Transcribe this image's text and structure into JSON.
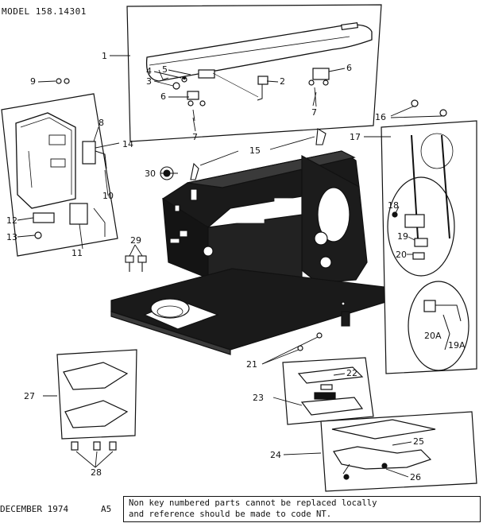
{
  "header": {
    "model": "MODEL 158.14301"
  },
  "footer": {
    "date": "DECEMBER 1974",
    "page": "A5",
    "note_line1": "Non key numbered parts cannot be replaced locally",
    "note_line2": "and reference should be made to code NT."
  },
  "callouts": [
    "1",
    "2",
    "3",
    "4",
    "5",
    "6",
    "6",
    "7",
    "7",
    "8",
    "9",
    "10",
    "11",
    "12",
    "13",
    "14",
    "15",
    "16",
    "17",
    "18",
    "19",
    "20",
    "20A",
    "19A",
    "21",
    "22",
    "23",
    "24",
    "25",
    "26",
    "27",
    "28",
    "29",
    "30"
  ],
  "colors": {
    "ink": "#111111",
    "casting": "#1a1a1a",
    "paper": "#ffffff"
  }
}
